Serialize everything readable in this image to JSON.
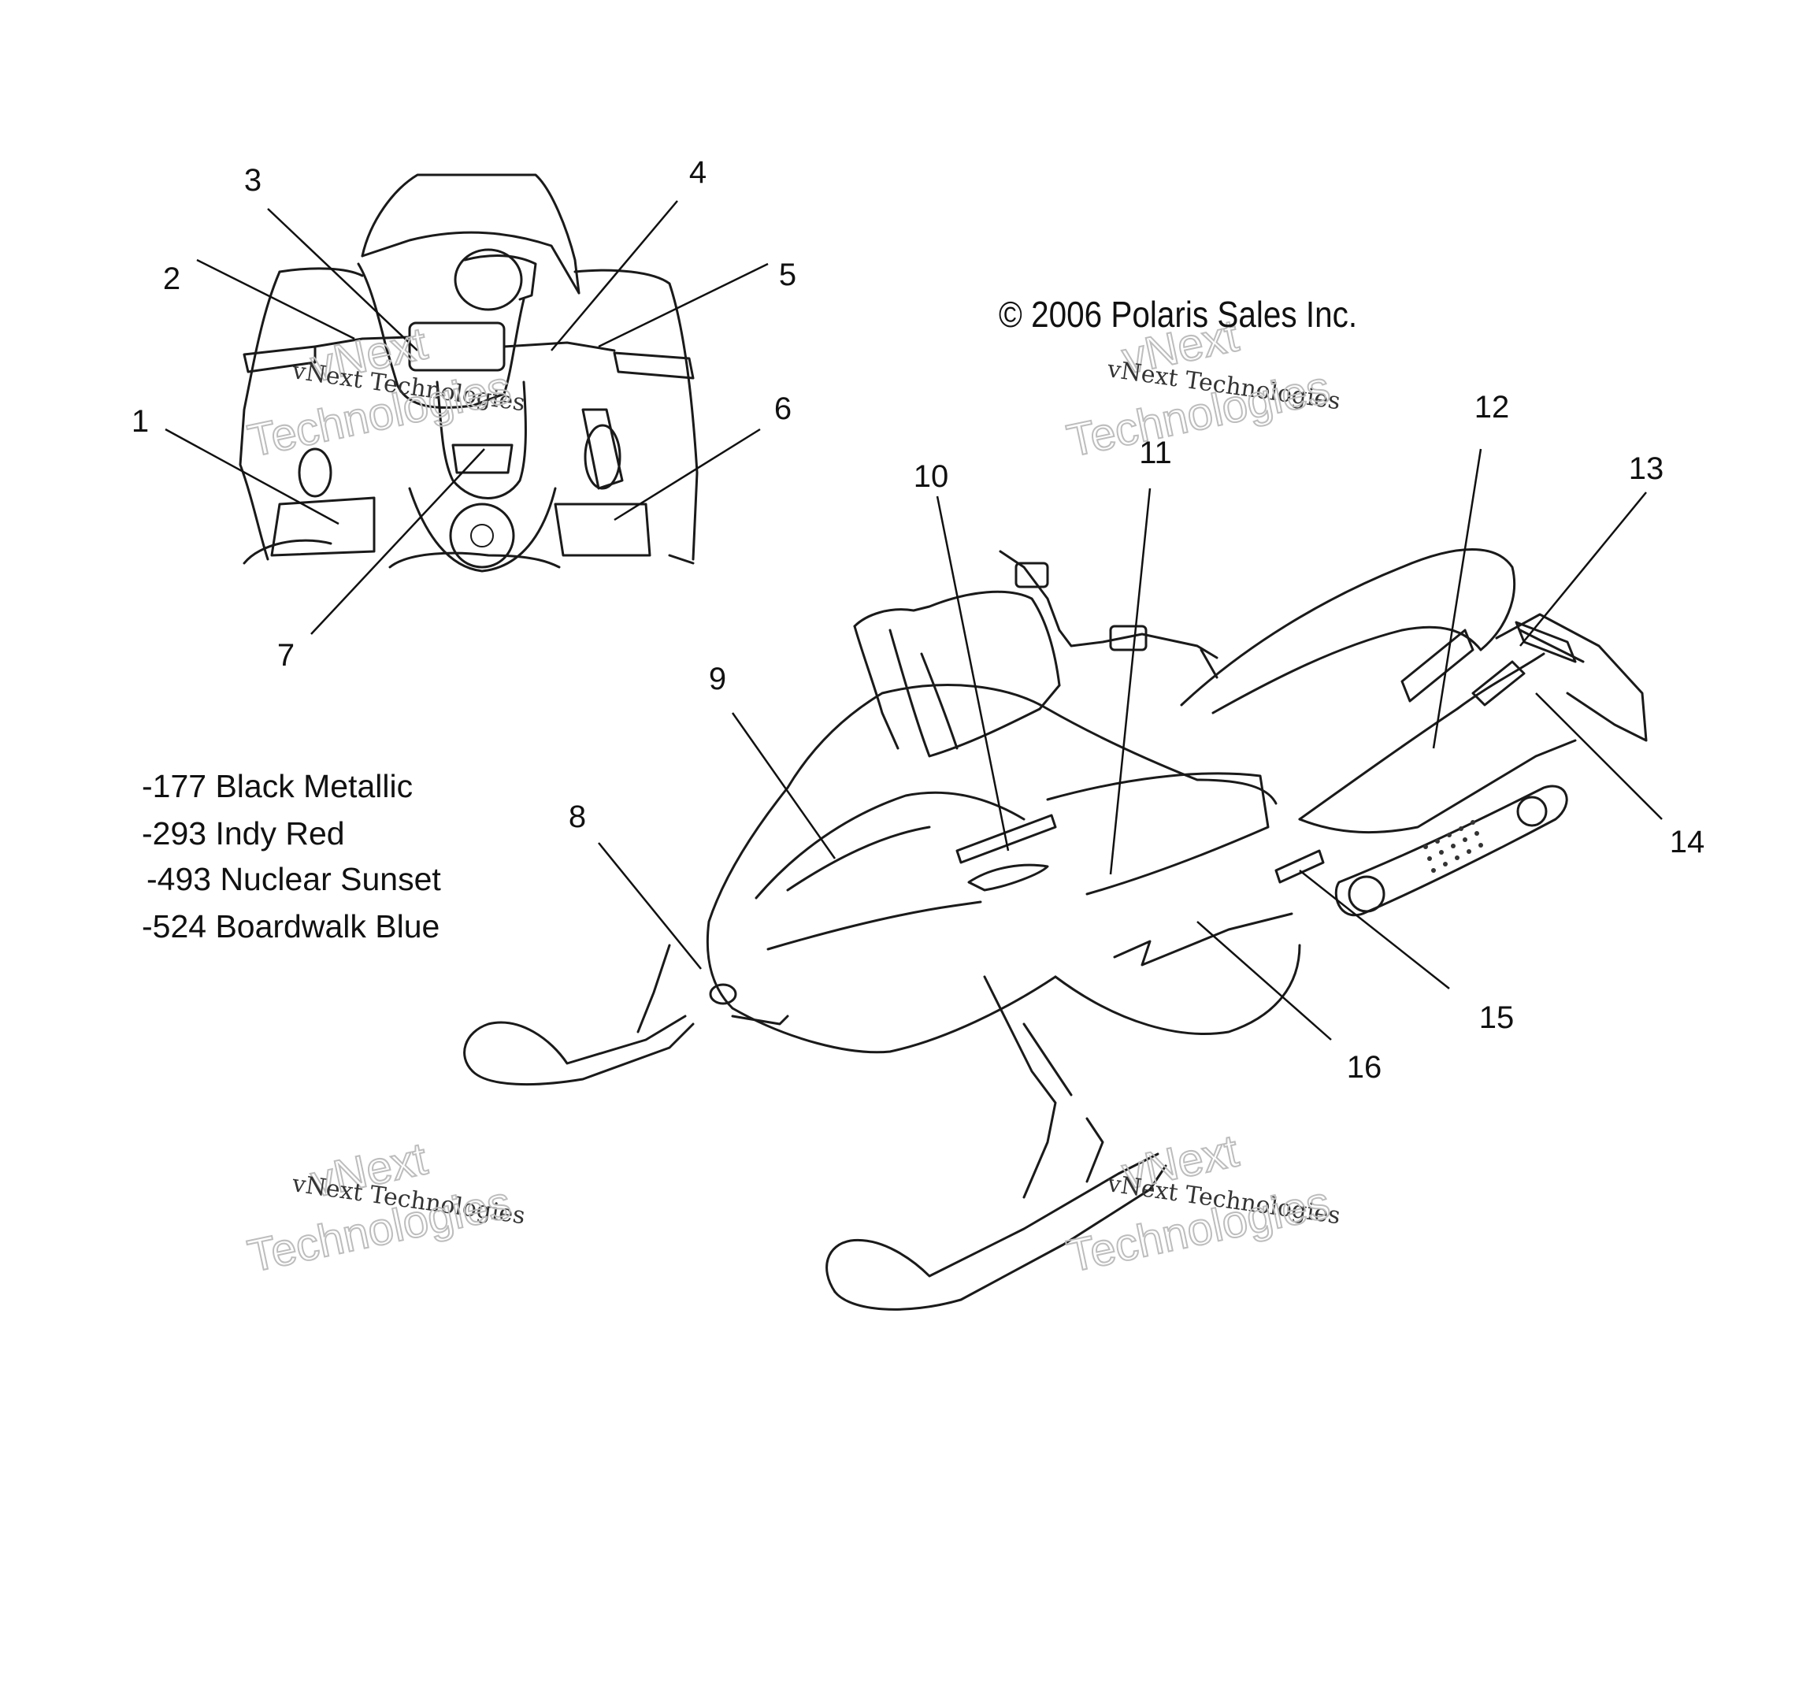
{
  "copyright": "© 2006 Polaris Sales Inc.",
  "color_codes": [
    "-177 Black Metallic",
    "-293 Indy Red",
    "-493 Nuclear Sunset",
    "-524 Boardwalk Blue"
  ],
  "callouts": [
    "1",
    "2",
    "3",
    "4",
    "5",
    "6",
    "7",
    "8",
    "9",
    "10",
    "11",
    "12",
    "13",
    "14",
    "15",
    "16"
  ],
  "watermark": {
    "line1": "vNext Technologies",
    "line2": "vNext",
    "line3": "Technologies"
  }
}
